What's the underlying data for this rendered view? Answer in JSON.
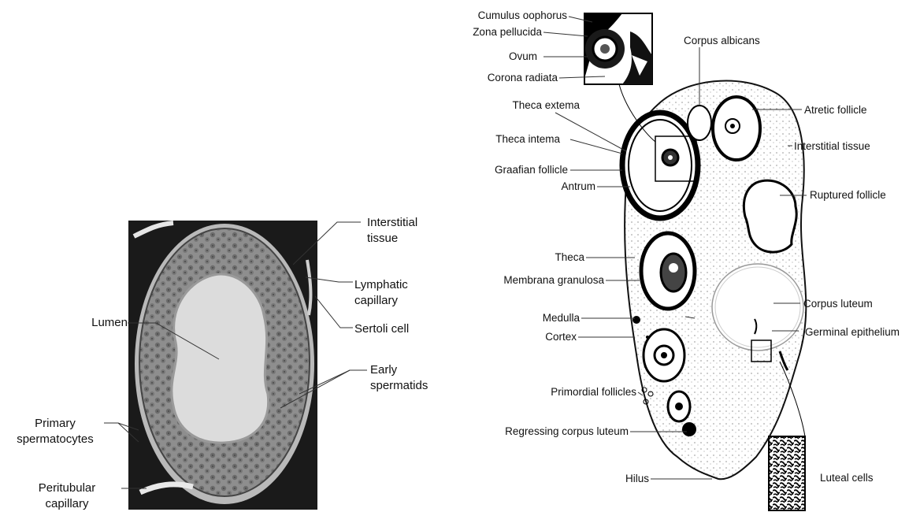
{
  "testis": {
    "interstitial_tissue": "Interstitial\ntissue",
    "lymphatic_capillary": "Lymphatic\ncapillary",
    "sertoli_cell": "Sertoli cell",
    "lumen": "Lumen",
    "early_spermatids": "Early\nspermatids",
    "primary_spermatocytes": "Primary\nspermatocytes",
    "peritubular_capillary": "Peritubular\ncapillary"
  },
  "ovary": {
    "cumulus_oophorus": "Cumulus oophorus",
    "zona_pellucida": "Zona pellucida",
    "ovum": "Ovum",
    "corona_radiata": "Corona radiata",
    "theca_extema": "Theca extema",
    "theca_intema": "Theca intema",
    "graafian_follicle": "Graafian follicle",
    "antrum": "Antrum",
    "theca": "Theca",
    "membrana_granulosa": "Membrana granulosa",
    "medulla": "Medulla",
    "cortex": "Cortex",
    "primordial_follicles": "Primordial follicles",
    "regressing_corpus_luteum": "Regressing corpus luteum",
    "hilus": "Hilus",
    "corpus_albicans": "Corpus albicans",
    "atretic_follicle": "Atretic follicle",
    "interstitial_tissue": "Interstitial tissue",
    "ruptured_follicle": "Ruptured follicle",
    "corpus_luteum": "Corpus luteum",
    "germinal_epithelium": "Germinal epithelium",
    "luteal_cells": "Luteal cells"
  },
  "colors": {
    "micrograph_bg": "#b9b9b9",
    "tubule_cells": "#8d8d8d",
    "lumen": "#dcdcdc",
    "ink": "#111111"
  }
}
